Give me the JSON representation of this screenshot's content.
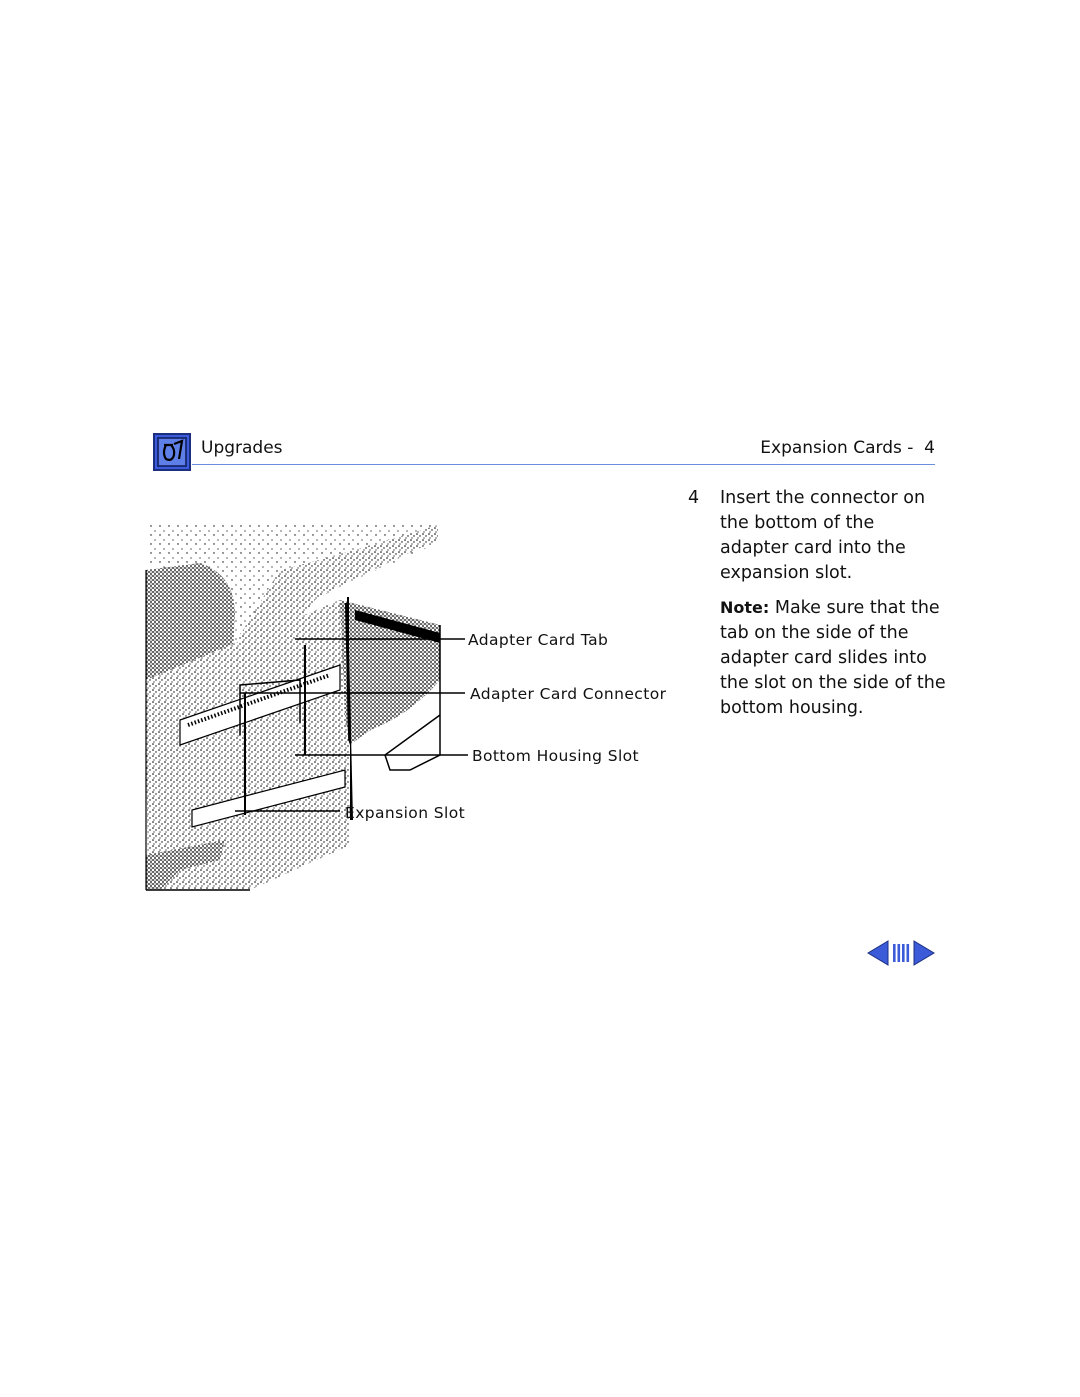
{
  "header": {
    "section": "Upgrades",
    "page_ref": "Expansion Cards -  4",
    "logo_icon": "upgrades-chip-icon",
    "rule_color": "#6d8de0",
    "icon_color": "#3b5bd9"
  },
  "figure": {
    "illustration_icon": "hand-inserting-adapter-card-illustration",
    "callouts": [
      {
        "label": "Adapter Card Tab"
      },
      {
        "label": "Adapter Card Connector"
      },
      {
        "label": "Bottom Housing Slot"
      },
      {
        "label": "Expansion Slot"
      }
    ]
  },
  "step": {
    "number": "4",
    "text": "Insert the connector on the bottom of the adapter card into the expansion slot."
  },
  "note": {
    "label": "Note:",
    "text": " Make sure that the tab on the side of the adapter card slides into the slot on the side of the bottom housing."
  },
  "nav": {
    "prev_icon": "previous-page-arrow-icon",
    "index_icon": "page-index-icon",
    "next_icon": "next-page-arrow-icon",
    "color": "#3b5bd9"
  }
}
